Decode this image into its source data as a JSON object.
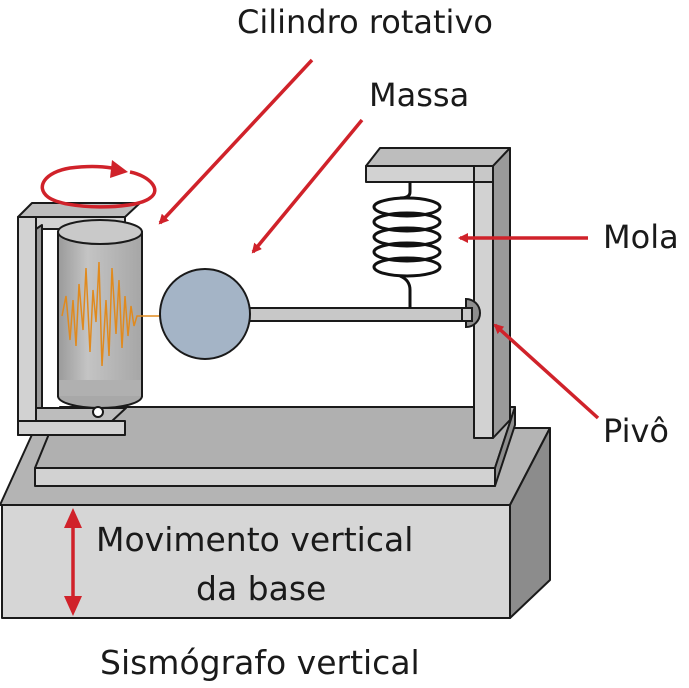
{
  "labels": {
    "cilindro": "Cilindro rotativo",
    "massa": "Massa",
    "mola": "Mola",
    "pivo": "Pivô",
    "movimento_line1": "Movimento vertical",
    "movimento_line2": "da base"
  },
  "caption": "Sismógrafo vertical",
  "colors": {
    "arrow": "#d0222a",
    "trace": "#e08a1e",
    "mass": "#a4b4c6",
    "drum": "#b8b8b8",
    "frame": "#d2d2d2",
    "base_front": "#d6d6d6",
    "base_side": "#8c8c8c",
    "outline": "#1a1a1a"
  }
}
